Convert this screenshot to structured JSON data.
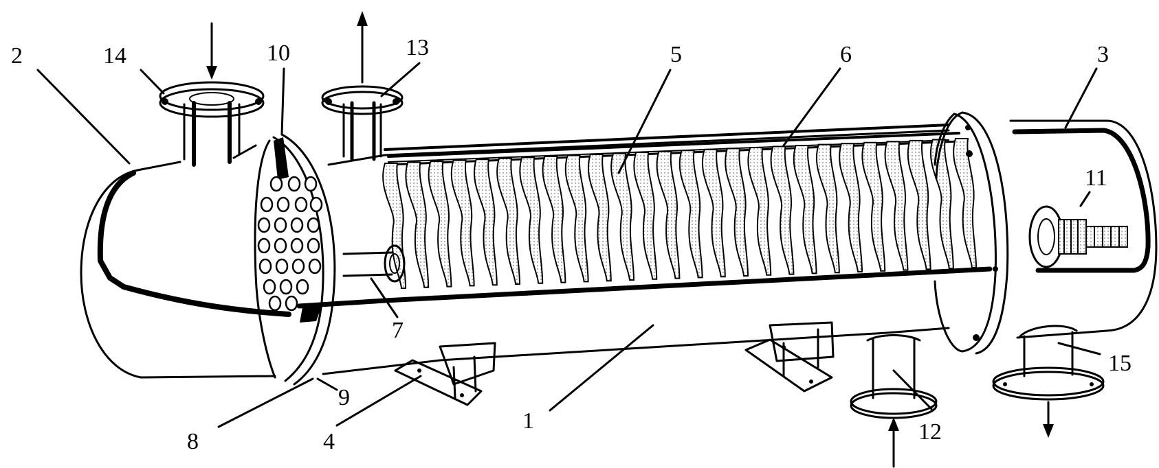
{
  "figure": {
    "labels": [
      {
        "key": "n1",
        "text": "1"
      },
      {
        "key": "n2",
        "text": "2"
      },
      {
        "key": "n3",
        "text": "3"
      },
      {
        "key": "n4",
        "text": "4"
      },
      {
        "key": "n5",
        "text": "5"
      },
      {
        "key": "n6",
        "text": "6"
      },
      {
        "key": "n7",
        "text": "7"
      },
      {
        "key": "n8",
        "text": "8"
      },
      {
        "key": "n9",
        "text": "9"
      },
      {
        "key": "n10",
        "text": "10"
      },
      {
        "key": "n11",
        "text": "11"
      },
      {
        "key": "n12",
        "text": "12"
      },
      {
        "key": "n13",
        "text": "13"
      },
      {
        "key": "n14",
        "text": "14"
      },
      {
        "key": "n15",
        "text": "15"
      }
    ],
    "colors": {
      "ink": "#000000",
      "background": "#ffffff",
      "hatch": "#b8b8b8"
    }
  }
}
